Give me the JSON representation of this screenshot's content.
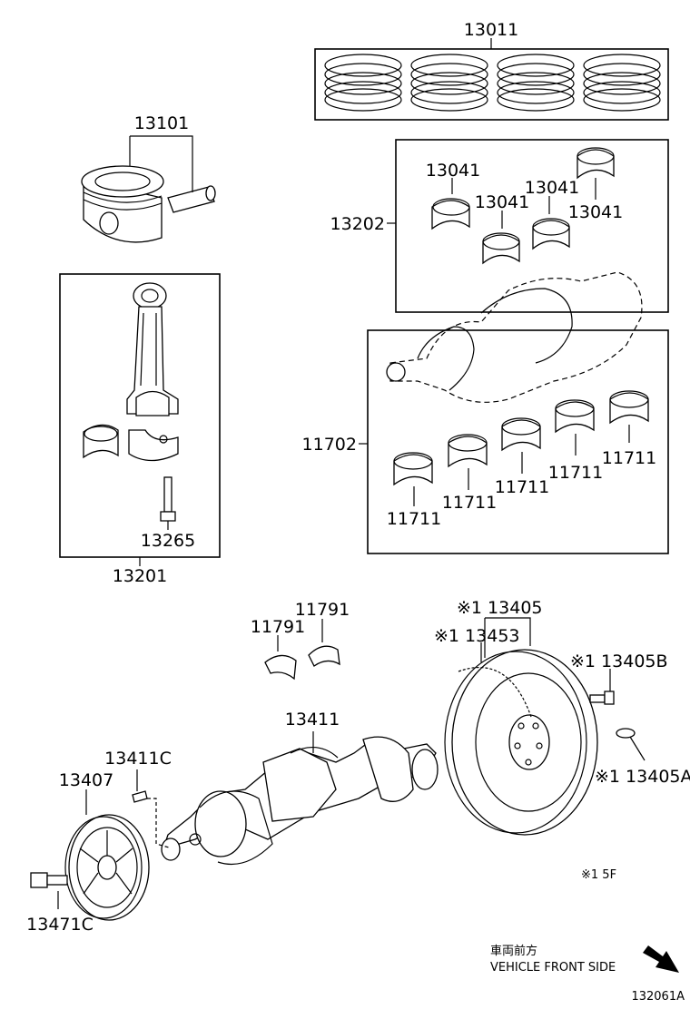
{
  "labels": {
    "p13011": "13011",
    "p13101": "13101",
    "p13202": "13202",
    "p13041a": "13041",
    "p13041b": "13041",
    "p13041c": "13041",
    "p13041d": "13041",
    "p13265": "13265",
    "p13201": "13201",
    "p11702": "11702",
    "p11711a": "11711",
    "p11711b": "11711",
    "p11711c": "11711",
    "p11711d": "11711",
    "p11711e": "11711",
    "p11791a": "11791",
    "p11791b": "11791",
    "p13405": "※1 13405",
    "p13453": "※1 13453",
    "p13405B": "※1 13405B",
    "p13405A": "※1 13405A",
    "p13411": "13411",
    "p13411C": "13411C",
    "p13407": "13407",
    "p13471C": "13471C"
  },
  "footnote": "※1 5F",
  "direction": {
    "japanese": "車両前方",
    "english": "VEHICLE FRONT SIDE",
    "icon": "arrow-down-right-icon"
  },
  "diagram_code": "132061A"
}
